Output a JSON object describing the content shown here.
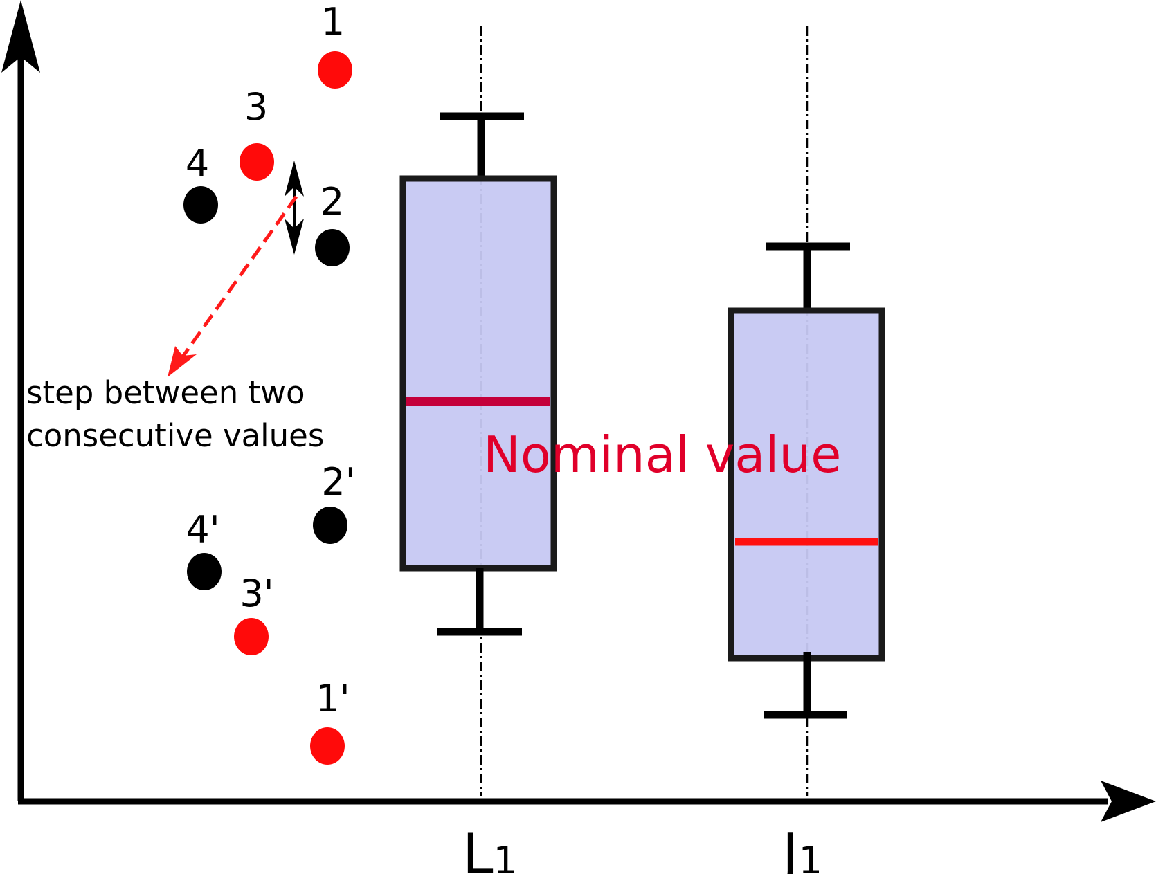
{
  "diagram": {
    "colors": {
      "axis": "#000000",
      "point_red": "#ff0a0a",
      "point_black": "#000000",
      "box_fill": "#c6c8f2",
      "box_stroke": "#1a1a1a",
      "median_first": "#c4003a",
      "median_second": "#ff1010",
      "annotation_text": "#e0002a",
      "dashed_arrow": "#ff1a1a"
    },
    "point_labels": {
      "p1": "1",
      "p2": "2",
      "p3": "3",
      "p4": "4",
      "p1p": "1'",
      "p2p": "2'",
      "p3p": "3'",
      "p4p": "4'"
    },
    "annotation": {
      "line1": "step between two",
      "line2": "consecutive values"
    },
    "nominal_label": "Nominal value",
    "categories": [
      {
        "main": "L",
        "sub": "1"
      },
      {
        "main": "J",
        "sub": "1"
      }
    ]
  }
}
